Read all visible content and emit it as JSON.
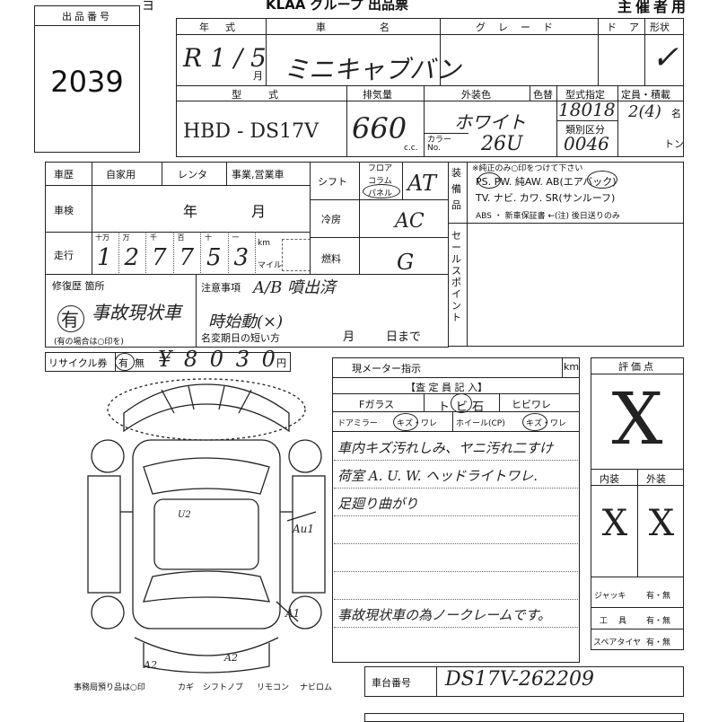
{
  "header": {
    "left_mark": "ヨ",
    "title": "KLAA グループ 出品票",
    "sponsor_use": "主催者用"
  },
  "lot": {
    "label": "出品番号",
    "number": "2039"
  },
  "row1": {
    "year_label": "年式",
    "name_label": "車名",
    "grade_label": "グレード",
    "door_label": "ドア",
    "shape_label": "形状",
    "year_value": "R 1 / 5",
    "month_unit": "月",
    "name_value": "ミニキャブバン",
    "shape_value": "✓"
  },
  "row2": {
    "model_label": "型式",
    "disp_label": "排気量",
    "color_label": "外装色",
    "color_change_label": "色替",
    "type_designation_label": "型式指定",
    "capacity_label": "定員・積載",
    "class_label": "類別区分",
    "model_value": "HBD - DS17V",
    "disp_value": "660",
    "cc_unit": "c.c.",
    "color_value": "ホワイト",
    "color_no_label": "カラー No.",
    "color_no_value": "26U",
    "type_value": "18018",
    "class_value": "0046",
    "capacity_value": "2(4)",
    "capacity_unit": "名",
    "ton_unit": "トン"
  },
  "history": {
    "label": "車歴",
    "options": [
      "自家用",
      "レンタ",
      "事業,営業車"
    ],
    "shaken_label": "車検",
    "shaken_year": "年",
    "shaken_month": "月",
    "mileage_label": "走行",
    "digit_labels": [
      "十万",
      "万",
      "千",
      "百",
      "十",
      "一"
    ],
    "mileage_digits": [
      "1",
      "2",
      "7",
      "7",
      "5",
      "3"
    ],
    "km_unit": "km",
    "mile_unit": "マイル"
  },
  "shift": {
    "label": "シフト",
    "options": [
      "フロア",
      "コラム",
      "パネル"
    ],
    "value": "AT",
    "ac_label": "冷房",
    "ac_value": "AC",
    "fuel_label": "燃料",
    "fuel_value": "G"
  },
  "equipment": {
    "label": "装備品",
    "note": "※純正のみ○印をつけて下さい",
    "line1": "PS. PW. 純AW. AB(エアバック)",
    "line2": "TV. ナビ. カワ. SR(サンルーフ)",
    "line3": "ABS ・ 新車保証書 ←(注) 後日送りのみ",
    "sales_point_label": "セールスポイント"
  },
  "repair": {
    "label": "修復歴 箇所",
    "circle": "有",
    "value": "事故現状車",
    "note": "(有の場合は○印を)"
  },
  "notes": {
    "label": "注意事項",
    "line1": "A/B 噴出済",
    "line2": "時始動(×)",
    "name_change_label": "名変期日の短い方",
    "month": "月",
    "day": "日まで"
  },
  "recycle": {
    "label": "リサイクル券",
    "has": "有",
    "none": "無",
    "amount": "¥ 8 0 3 0",
    "yen": "円"
  },
  "meter": {
    "label": "現メーター指示",
    "km_unit": "km"
  },
  "inspector": {
    "header": "【査 定 員 記 入】",
    "f_glass": "Fガラス",
    "to": "ト",
    "bi": "ビ",
    "ishi": "石",
    "hibi": "ヒビワレ",
    "mirror": "ドアミラー",
    "kizu_ware1": "キズ・ワレ",
    "wheel": "ホイール(CP)",
    "kizu_ware2": "キズ・ワレ",
    "comments": [
      "車内キズ汚れしみ、ヤニ汚れ二すけ",
      "荷室 A. U. W. ヘッドライトワレ.",
      "足廻り曲がり",
      "",
      "",
      "",
      "事故現状車の為ノークレームです。"
    ]
  },
  "evaluation": {
    "label": "評価点",
    "score": "X",
    "interior_label": "内装",
    "exterior_label": "外装",
    "interior_score": "X",
    "exterior_score": "X",
    "jack_label": "ジャッキ",
    "tools_label": "工具",
    "spare_label": "スペアタイヤ",
    "yes_no": "有・無"
  },
  "diagram": {
    "mark_au1": "Au1",
    "mark_u2": "U2",
    "mark_a1": "A1",
    "mark_a2_left": "A2",
    "mark_a2_right": "A2"
  },
  "bottom": {
    "office_note": "事務局預り品は○印",
    "items": [
      "カギ",
      "シフトノブ",
      "リモコン",
      "ナビロム"
    ],
    "chassis_label": "車台番号",
    "chassis_value": "DS17V-262209"
  }
}
